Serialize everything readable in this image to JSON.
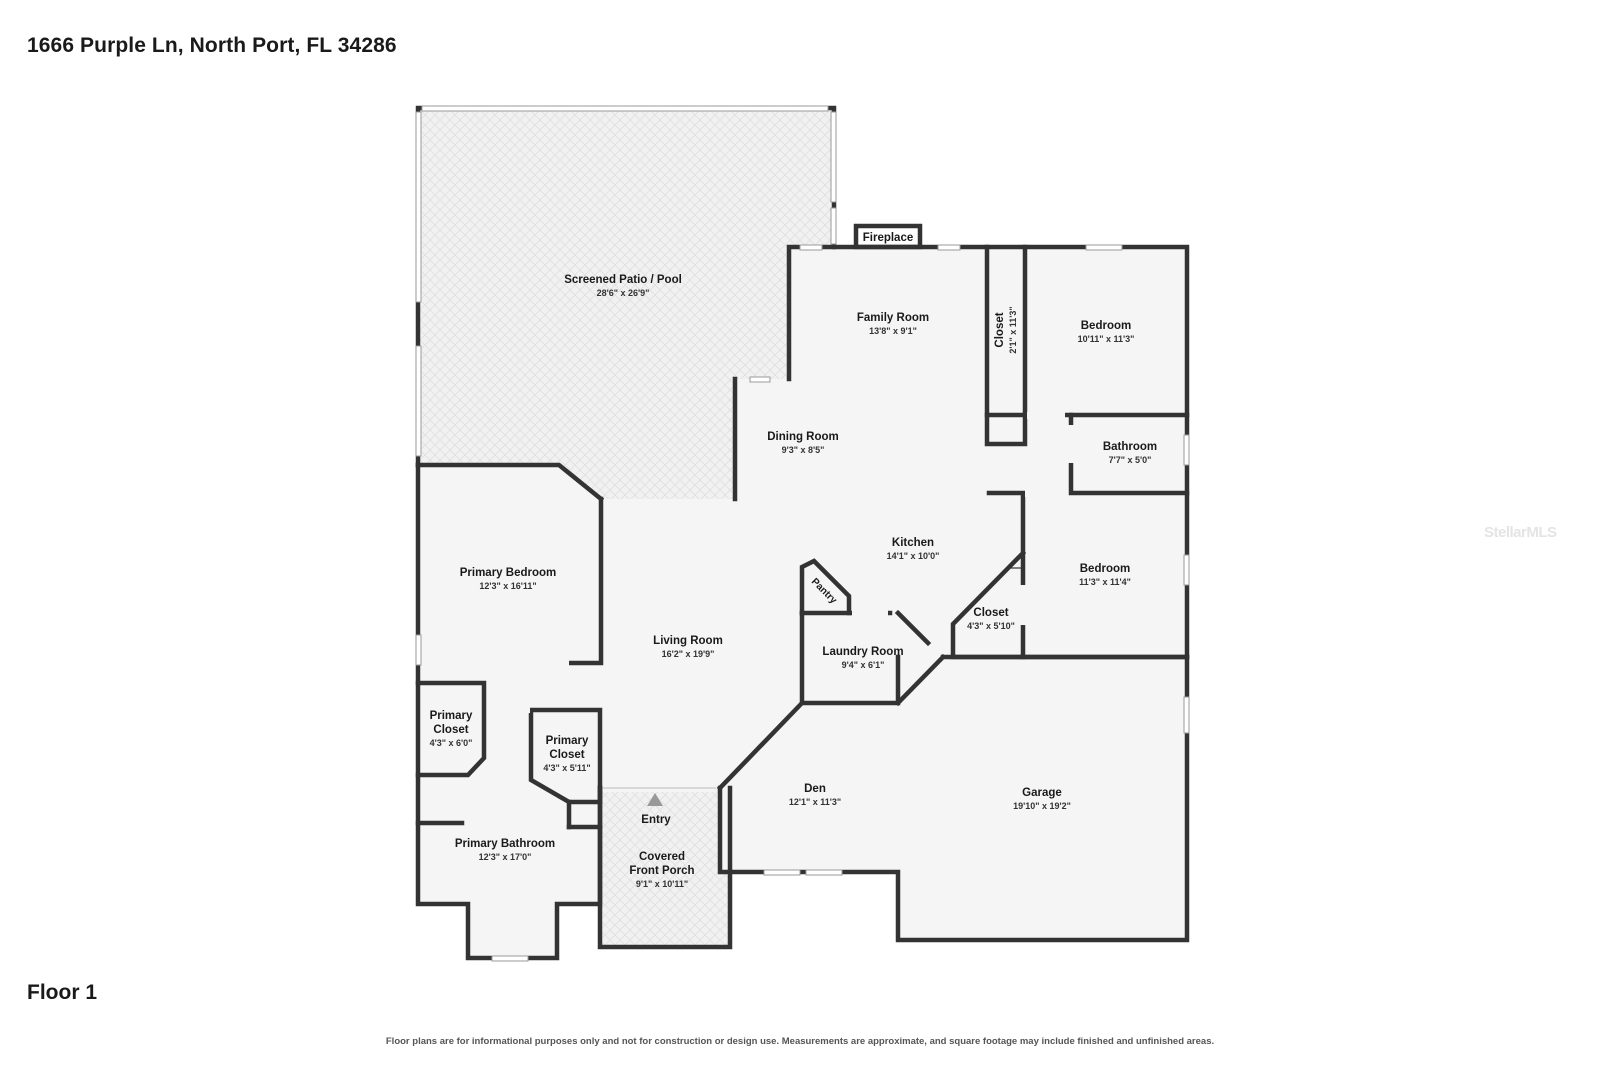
{
  "address": "1666 Purple Ln, North Port, FL 34286",
  "floor": "Floor 1",
  "disclaimer": "Floor plans are for informational purposes only and not for construction or design use. Measurements are approximate, and square footage may include finished and unfinished areas.",
  "watermark": "StellarMLS",
  "rooms": {
    "patio": {
      "name": "Screened Patio / Pool",
      "dims": "28'6\" x 26'9\""
    },
    "fireplace": {
      "name": "Fireplace"
    },
    "family_room": {
      "name": "Family Room",
      "dims": "13'8\" x 9'1\""
    },
    "closet_a": {
      "name": "Closet",
      "dims": "2'1\" x 11'3\""
    },
    "bedroom_a": {
      "name": "Bedroom",
      "dims": "10'11\" x 11'3\""
    },
    "dining_room": {
      "name": "Dining Room",
      "dims": "9'3\" x 8'5\""
    },
    "bathroom": {
      "name": "Bathroom",
      "dims": "7'7\" x 5'0\""
    },
    "kitchen": {
      "name": "Kitchen",
      "dims": "14'1\" x 10'0\""
    },
    "bedroom_b": {
      "name": "Bedroom",
      "dims": "11'3\" x 11'4\""
    },
    "pantry": {
      "name": "Pantry"
    },
    "closet_b": {
      "name": "Closet",
      "dims": "4'3\" x 5'10\""
    },
    "primary_bedroom": {
      "name": "Primary Bedroom",
      "dims": "12'3\" x 16'11\""
    },
    "living_room": {
      "name": "Living Room",
      "dims": "16'2\" x 19'9\""
    },
    "laundry_room": {
      "name": "Laundry Room",
      "dims": "9'4\" x 6'1\""
    },
    "primary_closet_a": {
      "name_line1": "Primary",
      "name_line2": "Closet",
      "dims": "4'3\" x 6'0\""
    },
    "primary_closet_b": {
      "name_line1": "Primary",
      "name_line2": "Closet",
      "dims": "4'3\" x 5'11\""
    },
    "entry": {
      "name": "Entry"
    },
    "den": {
      "name": "Den",
      "dims": "12'1\" x 11'3\""
    },
    "garage": {
      "name": "Garage",
      "dims": "19'10\" x 19'2\""
    },
    "primary_bathroom": {
      "name": "Primary Bathroom",
      "dims": "12'3\" x 17'0\""
    },
    "porch": {
      "name_line1": "Covered",
      "name_line2": "Front Porch",
      "dims": "9'1\" x 10'11\""
    }
  }
}
